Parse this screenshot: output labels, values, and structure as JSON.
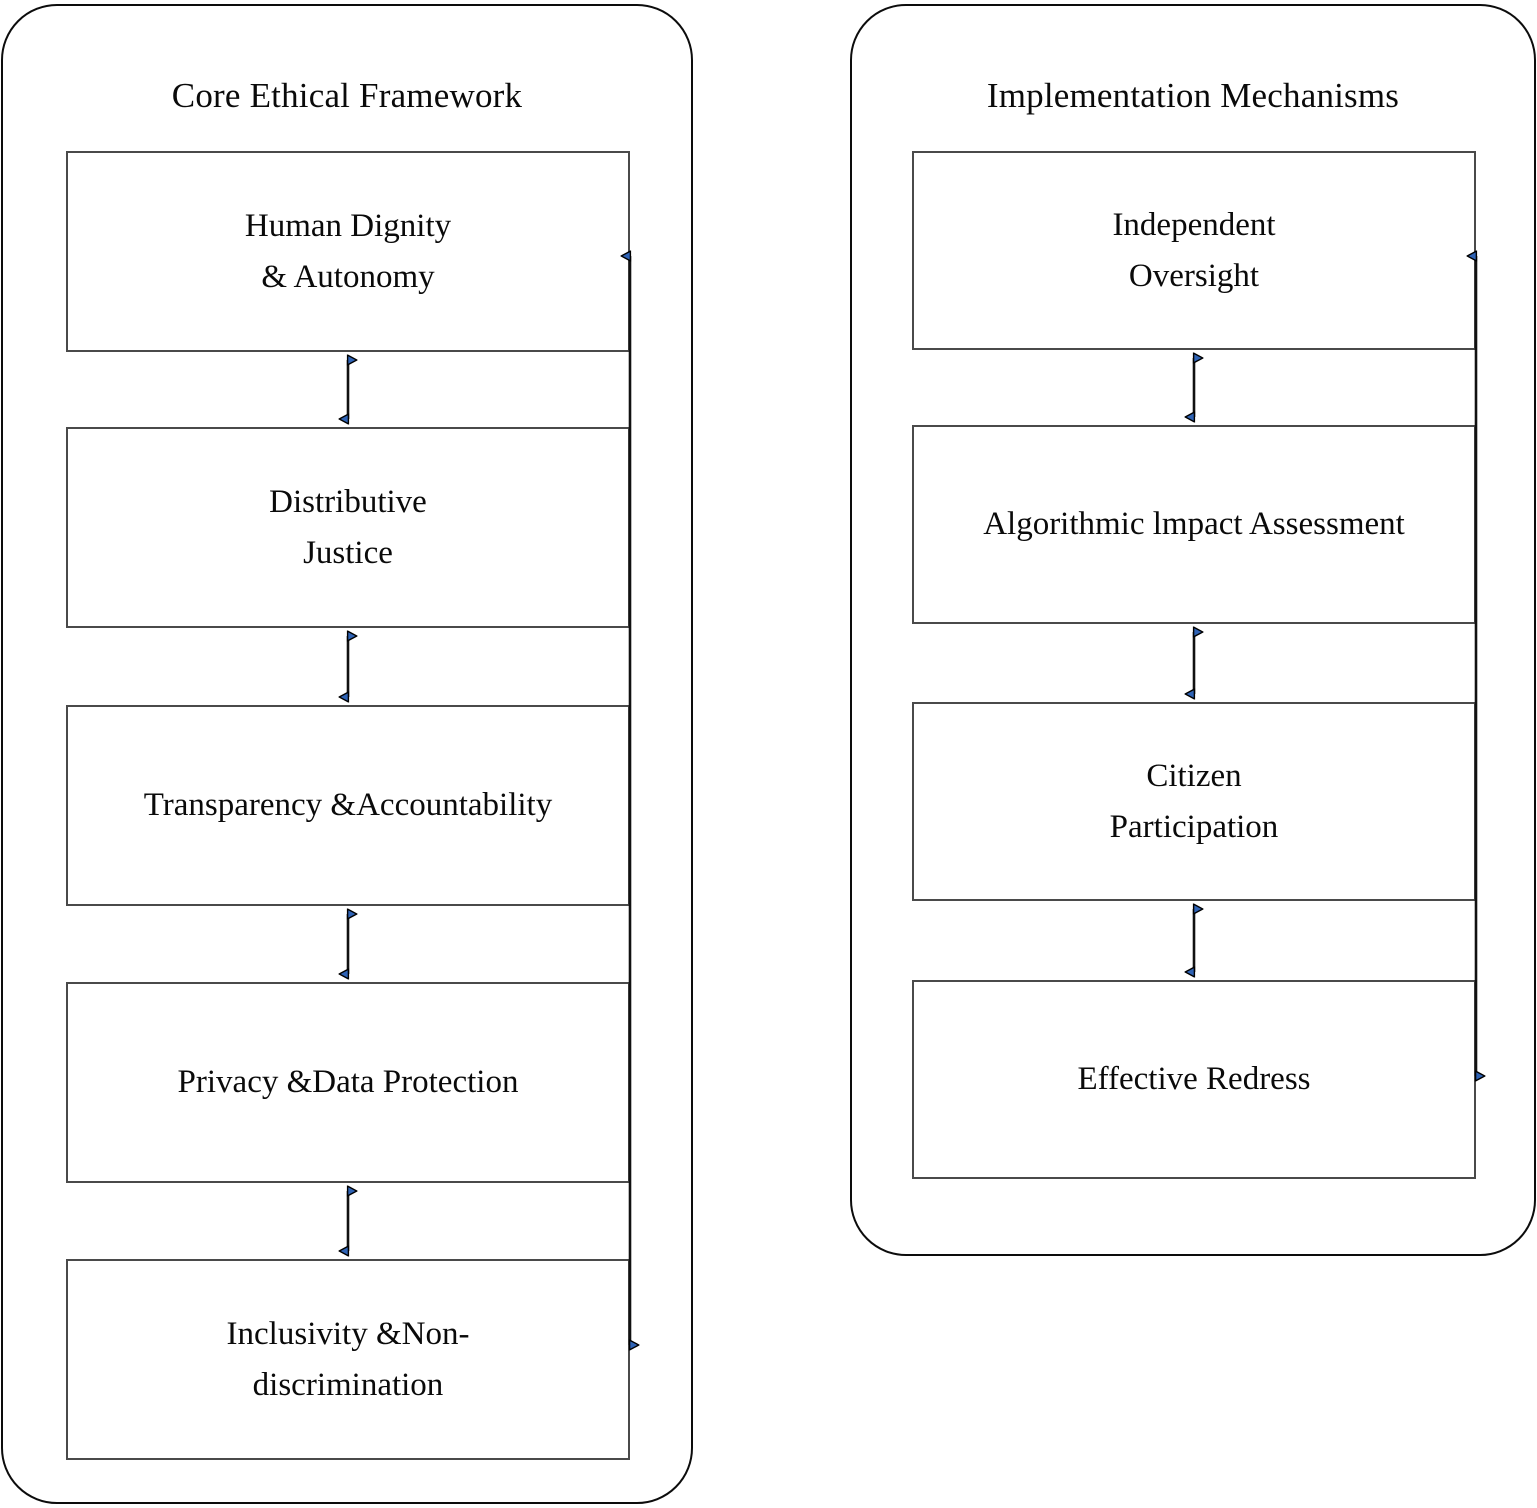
{
  "diagram": {
    "type": "two-column-flow",
    "arrow_color": "#2f63b5",
    "arrow_outline_color": "#000000",
    "box_border_color": "#4a4a4a",
    "panel_border_color": "#0c0c0c",
    "background": "#ffffff"
  },
  "panels": [
    {
      "id": "core-ethical-framework",
      "title": "Core Ethical Framework",
      "nodes": [
        {
          "id": "human-dignity-autonomy",
          "lines": [
            "Human Dignity",
            "& Autonomy"
          ]
        },
        {
          "id": "distributive-justice",
          "lines": [
            "Distributive",
            "Justice"
          ]
        },
        {
          "id": "transparency-accountability",
          "lines": [
            "Transparency &Accountability"
          ]
        },
        {
          "id": "privacy-data-protection",
          "lines": [
            "Privacy &Data Protection"
          ]
        },
        {
          "id": "inclusivity-non-discrimination",
          "lines": [
            "Inclusivity &Non-",
            "discrimination"
          ]
        }
      ],
      "connectors": [
        {
          "from": "human-dignity-autonomy",
          "to": "distributive-justice",
          "style": "double-arrow"
        },
        {
          "from": "distributive-justice",
          "to": "transparency-accountability",
          "style": "double-arrow"
        },
        {
          "from": "transparency-accountability",
          "to": "privacy-data-protection",
          "style": "double-arrow"
        },
        {
          "from": "privacy-data-protection",
          "to": "inclusivity-non-discrimination",
          "style": "double-arrow"
        },
        {
          "from": "inclusivity-non-discrimination",
          "to": "human-dignity-autonomy",
          "style": "side-loop-double-arrow"
        }
      ]
    },
    {
      "id": "implementation-mechanisms",
      "title": "Implementation Mechanisms",
      "nodes": [
        {
          "id": "independent-oversight",
          "lines": [
            "Independent",
            "Oversight"
          ]
        },
        {
          "id": "algorithmic-impact-assessment",
          "lines": [
            "Algorithmic lmpact Assessment"
          ]
        },
        {
          "id": "citizen-participation",
          "lines": [
            "Citizen",
            "Participation"
          ]
        },
        {
          "id": "effective-redress",
          "lines": [
            "Effective Redress"
          ]
        }
      ],
      "connectors": [
        {
          "from": "independent-oversight",
          "to": "algorithmic-impact-assessment",
          "style": "double-arrow"
        },
        {
          "from": "algorithmic-impact-assessment",
          "to": "citizen-participation",
          "style": "double-arrow"
        },
        {
          "from": "citizen-participation",
          "to": "effective-redress",
          "style": "double-arrow"
        },
        {
          "from": "effective-redress",
          "to": "independent-oversight",
          "style": "side-loop-double-arrow"
        }
      ]
    }
  ]
}
